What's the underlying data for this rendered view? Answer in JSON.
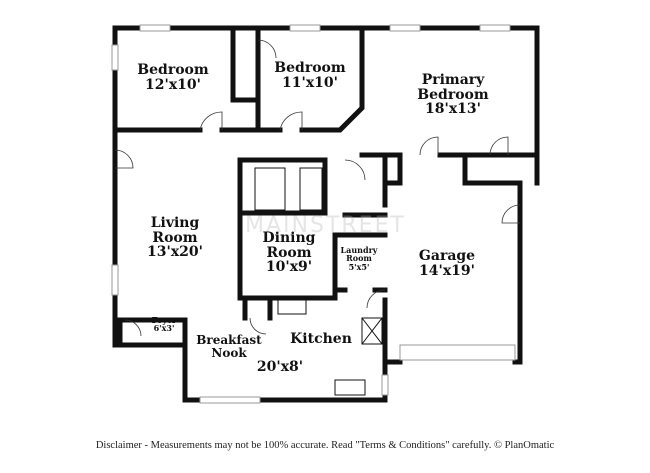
{
  "rooms": {
    "bedroom1": {
      "name": "Bedroom",
      "size": "12'x10'"
    },
    "bedroom2": {
      "name": "Bedroom",
      "size": "11'x10'"
    },
    "primary": {
      "name_line1": "Primary",
      "name_line2": "Bedroom",
      "size": "18'x13'"
    },
    "living": {
      "name_line1": "Living",
      "name_line2": "Room",
      "size": "13'x20'"
    },
    "dining": {
      "name_line1": "Dining",
      "name_line2": "Room",
      "size": "10'x9'"
    },
    "laundry": {
      "name_line1": "Laundry",
      "name_line2": "Room",
      "size": "5'x5'"
    },
    "garage": {
      "name": "Garage",
      "size": "14'x19'"
    },
    "foyer": {
      "name": "Foyer",
      "size": "6'x3'"
    },
    "nook": {
      "name_line1": "Breakfast",
      "name_line2": "Nook"
    },
    "kitchen": {
      "name": "Kitchen",
      "size": "20'x8'"
    }
  },
  "watermark": "MAINSTREET",
  "disclaimer": "Disclaimer - Measurements may not be 100% accurate. Read \"Terms & Conditions\" carefully. © PlanOmatic"
}
